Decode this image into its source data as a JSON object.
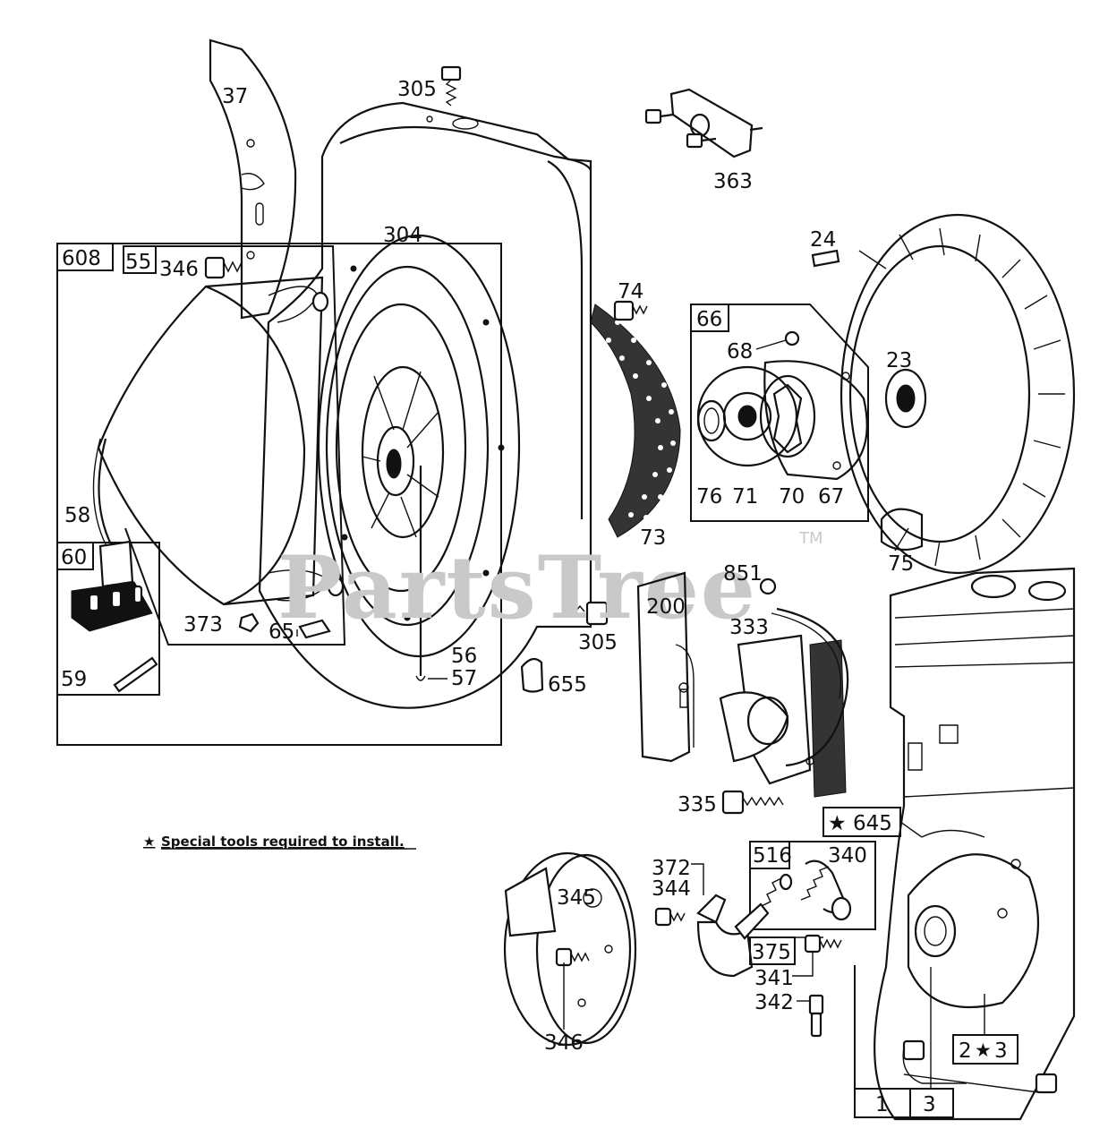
{
  "watermark": {
    "text": "PartsTree",
    "trademark": "TM"
  },
  "note": {
    "star": "★",
    "text": "Special tools required to install."
  },
  "callouts": {
    "c305a": "305",
    "c363": "363",
    "c37": "37",
    "c304": "304",
    "c346a": "346",
    "c24": "24",
    "c23": "23",
    "c74": "74",
    "c66": "66",
    "c68": "68",
    "c608": "608",
    "c55": "55",
    "c58": "58",
    "c60": "60",
    "c59": "59",
    "c373": "373",
    "c65": "65",
    "c56": "56",
    "c57": "57",
    "c305b": "305",
    "c655": "655",
    "c73": "73",
    "c76": "76",
    "c71": "71",
    "c70": "70",
    "c67": "67",
    "c75": "75",
    "c851": "851",
    "c200": "200",
    "c333": "333",
    "c335": "335",
    "c645": "645",
    "c645star": "★",
    "c345": "345",
    "c346b": "346",
    "c372": "372",
    "c344": "344",
    "c516": "516",
    "c340": "340",
    "c375": "375",
    "c341": "341",
    "c342": "342",
    "c2": "2",
    "c2star": "★",
    "c3a": "3",
    "c1": "1",
    "c3b": "3"
  },
  "icons": {
    "bolt": "bolt-icon",
    "screw": "screw-icon",
    "star": "star-icon"
  },
  "colors": {
    "ink": "#111111",
    "watermark": "#c9c9c9",
    "background": "#ffffff"
  }
}
